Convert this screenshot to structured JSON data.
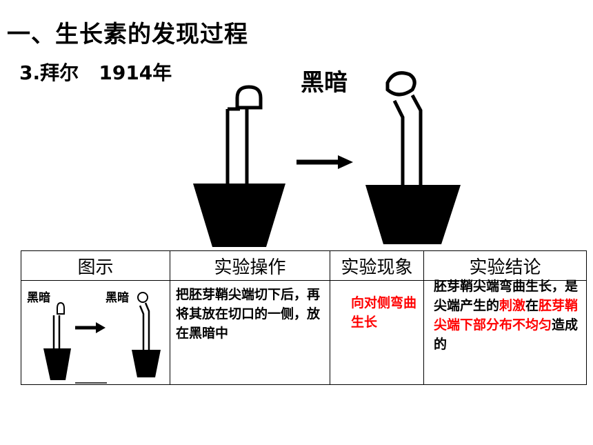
{
  "header": {
    "title": "一、生长素的发现过程",
    "subtitle": "3.拜尔   1914年"
  },
  "figure": {
    "dark_label": "黑暗"
  },
  "table": {
    "headers": [
      "图示",
      "实验操作",
      "实验现象",
      "实验结论"
    ],
    "diagram": {
      "left_label": "黑暗",
      "right_label": "黑暗"
    },
    "operation": "把胚芽鞘尖端切下后，再将其放在切口的一侧，放在黑暗中",
    "phenomenon": "向对侧弯曲生长",
    "conclusion": {
      "part1": "胚芽鞘尖端弯曲生长，是尖端产生的",
      "part2_red": "刺激",
      "part3": "在",
      "part4_red": "胚芽鞘尖端下部分布不均匀",
      "part5": "造成的"
    }
  }
}
